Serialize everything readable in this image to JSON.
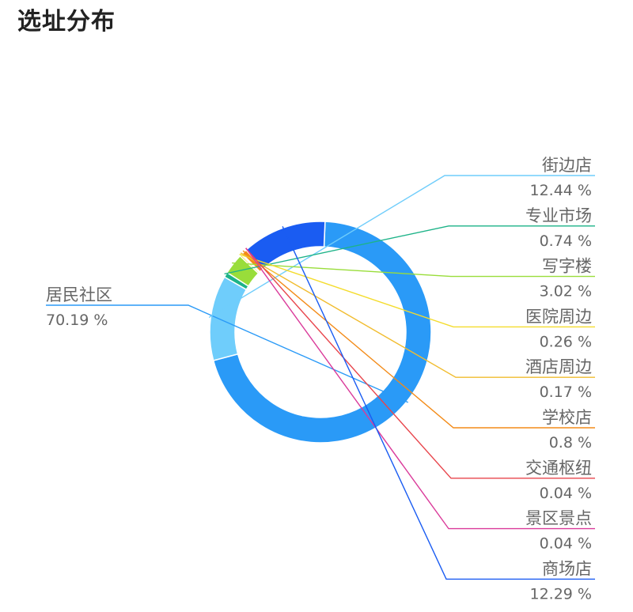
{
  "page": {
    "title": "选址分布"
  },
  "chart_data": {
    "type": "pie",
    "donut": true,
    "legend": "callout labels",
    "slices": [
      {
        "name": "居民社区",
        "value": 70.19,
        "label": "70.19 %",
        "color": "#2a9af7"
      },
      {
        "name": "街边店",
        "value": 12.44,
        "label": "12.44 %",
        "color": "#6fcdfb"
      },
      {
        "name": "专业市场",
        "value": 0.74,
        "label": "0.74 %",
        "color": "#1db388"
      },
      {
        "name": "写字楼",
        "value": 3.02,
        "label": "3.02 %",
        "color": "#99dd3a"
      },
      {
        "name": "医院周边",
        "value": 0.26,
        "label": "0.26 %",
        "color": "#f4dc2c"
      },
      {
        "name": "酒店周边",
        "value": 0.17,
        "label": "0.17 %",
        "color": "#f1bc2e"
      },
      {
        "name": "学校店",
        "value": 0.8,
        "label": "0.8 %",
        "color": "#f38b18"
      },
      {
        "name": "交通枢纽",
        "value": 0.04,
        "label": "0.04 %",
        "color": "#e8454c"
      },
      {
        "name": "景区景点",
        "value": 0.04,
        "label": "0.04 %",
        "color": "#da3a9a"
      },
      {
        "name": "商场店",
        "value": 12.29,
        "label": "12.29 %",
        "color": "#1a5cf2"
      }
    ]
  }
}
